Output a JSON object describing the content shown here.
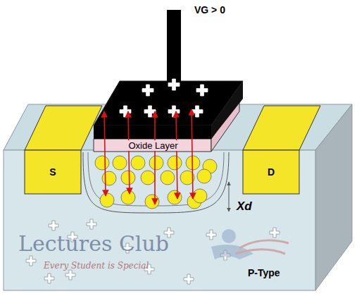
{
  "diagram": {
    "nodes": [
      {
        "text": [
          "S"
        ]
      },
      {
        "text": [
          "Oxide Layer"
        ]
      },
      {
        "text": [
          "D"
        ]
      }
    ],
    "labels": [
      "VG > 0",
      "Xd",
      "P-Type",
      "Lectures Club",
      "Every Student is Special"
    ]
  }
}
